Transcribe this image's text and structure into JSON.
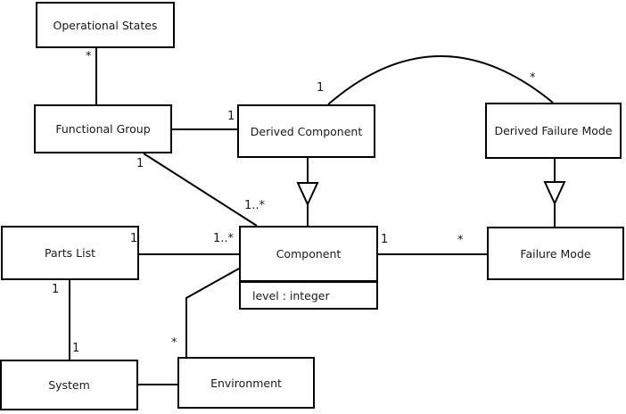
{
  "diagram": {
    "type": "uml-class-diagram",
    "colors": {
      "background": "#ffffff",
      "line": "#000000",
      "node_fill": "#ffffff"
    },
    "nodes": {
      "operational_states": {
        "label": "Operational States"
      },
      "functional_group": {
        "label": "Functional Group"
      },
      "derived_component": {
        "label": "Derived Component"
      },
      "derived_failure_mode": {
        "label": "Derived Failure Mode"
      },
      "parts_list": {
        "label": "Parts List"
      },
      "component": {
        "label": "Component",
        "attributes": [
          "level : integer"
        ]
      },
      "failure_mode": {
        "label": "Failure Mode"
      },
      "system": {
        "label": "System"
      },
      "environment": {
        "label": "Environment"
      }
    },
    "edges": {
      "os_fg": {
        "from": "Operational States",
        "to": "Functional Group",
        "from_mult": "*"
      },
      "fg_dc": {
        "from": "Functional Group",
        "to": "Derived Component",
        "to_mult": "1"
      },
      "fg_comp": {
        "from": "Functional Group",
        "to": "Component",
        "from_mult": "1",
        "to_mult": "1..*"
      },
      "dc_dfm": {
        "from": "Derived Component",
        "to": "Derived Failure Mode",
        "from_mult": "1",
        "to_mult": "*"
      },
      "dc_comp": {
        "from": "Derived Component",
        "to": "Component",
        "kind": "generalization"
      },
      "dfm_fm": {
        "from": "Derived Failure Mode",
        "to": "Failure Mode",
        "kind": "generalization"
      },
      "pl_comp": {
        "from": "Parts List",
        "to": "Component",
        "from_mult": "1",
        "to_mult": "1..*"
      },
      "comp_fm": {
        "from": "Component",
        "to": "Failure Mode",
        "from_mult": "1",
        "to_mult": "*"
      },
      "pl_sys": {
        "from": "Parts List",
        "to": "System",
        "from_mult": "1",
        "to_mult": "1"
      },
      "comp_env": {
        "from": "Component",
        "to": "Environment",
        "to_mult": "*"
      },
      "sys_env": {
        "from": "System",
        "to": "Environment"
      }
    }
  }
}
